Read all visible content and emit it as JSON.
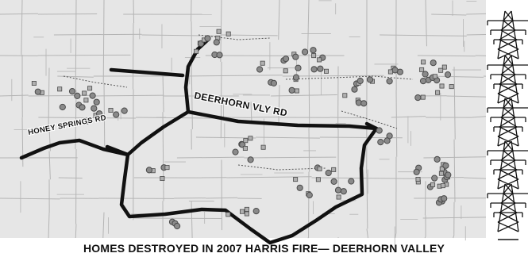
{
  "map": {
    "caption": "HOMES DESTROYED IN 2007 HARRIS FIRE— DEERHORN VALLEY",
    "road_labels": [
      {
        "id": "deerhorn-vly-rd",
        "text": "DEERHORN VLY RD"
      },
      {
        "id": "honey-springs-rd",
        "text": "HONEY SPRINGS RD"
      }
    ],
    "legend_icon": "transmission-tower-icon",
    "colors": {
      "background": "#e6e6e6",
      "parcel_lines": "#b4b4b4",
      "roads": "#111111",
      "home_marker": "#8a8a8a",
      "home_marker_outline": "#4a4a4a"
    }
  }
}
